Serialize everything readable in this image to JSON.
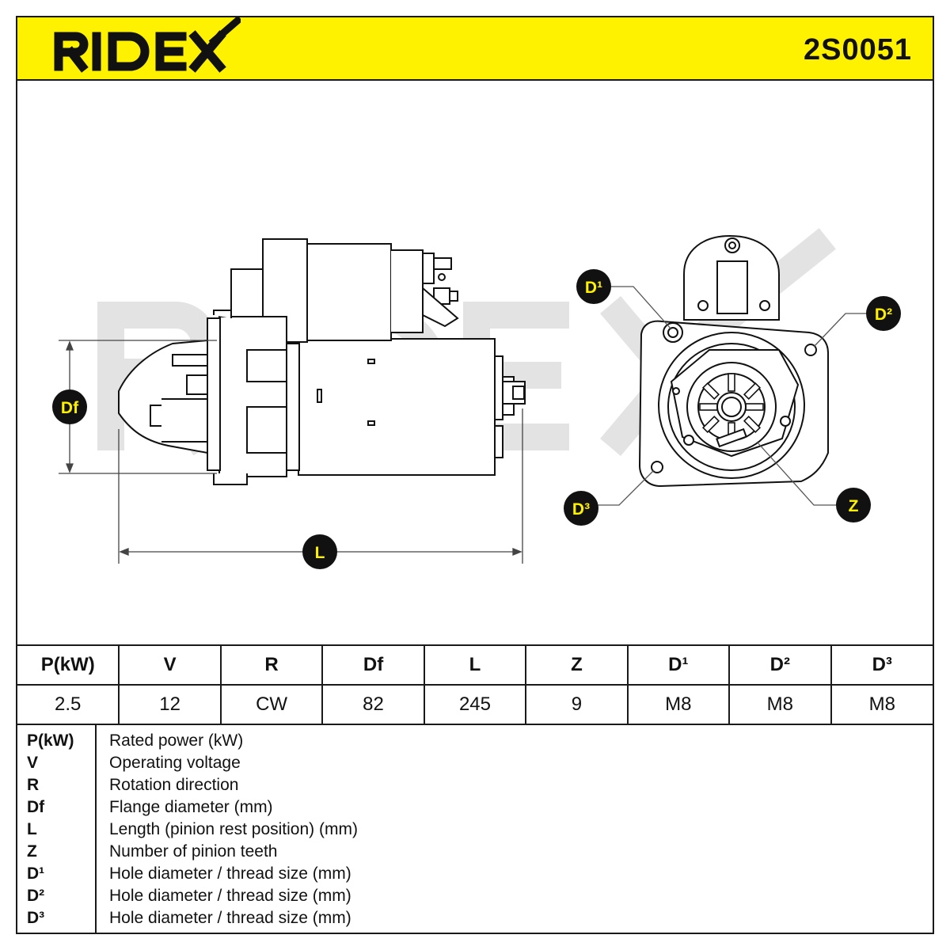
{
  "header": {
    "brand": "RIDEX",
    "part_number": "2S0051",
    "background_color": "#fff200"
  },
  "drawing": {
    "labels": {
      "df": "Df",
      "l": "L",
      "d1": "D¹",
      "d2": "D²",
      "d3": "D³",
      "z": "Z"
    },
    "watermark": "RIDEX"
  },
  "spec_table": {
    "headers": [
      "P(kW)",
      "V",
      "R",
      "Df",
      "L",
      "Z",
      "D¹",
      "D²",
      "D³"
    ],
    "values": [
      "2.5",
      "12",
      "CW",
      "82",
      "245",
      "9",
      "M8",
      "M8",
      "M8"
    ]
  },
  "legend": [
    {
      "key": "P(kW)",
      "desc": "Rated power (kW)"
    },
    {
      "key": "V",
      "desc": "Operating voltage"
    },
    {
      "key": "R",
      "desc": "Rotation direction"
    },
    {
      "key": "Df",
      "desc": "Flange diameter (mm)"
    },
    {
      "key": "L",
      "desc": "Length (pinion rest position) (mm)"
    },
    {
      "key": "Z",
      "desc": "Number of pinion teeth"
    },
    {
      "key": "D¹",
      "desc": "Hole diameter / thread size (mm)"
    },
    {
      "key": "D²",
      "desc": "Hole diameter / thread size (mm)"
    },
    {
      "key": "D³",
      "desc": "Hole diameter / thread size (mm)"
    }
  ]
}
